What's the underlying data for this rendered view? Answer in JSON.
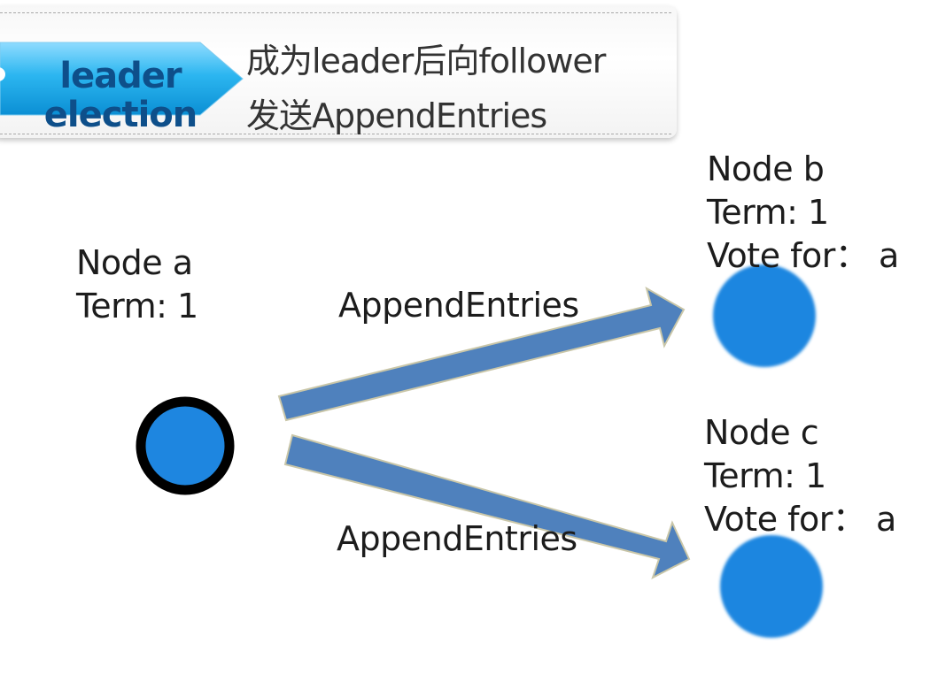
{
  "header": {
    "tag_line1": "leader",
    "tag_line2": "election",
    "description_line1": "成为leader后向follower",
    "description_line2": "发送AppendEntries",
    "tag_color": "#19a8e6",
    "tag_text_color": "#0e4f8a"
  },
  "nodes": [
    {
      "id": "a",
      "name": "Node a",
      "term": "Term: 1",
      "vote": "",
      "role": "leader",
      "fill": "#1e86e0",
      "stroke": "#000000"
    },
    {
      "id": "b",
      "name": "Node b",
      "term": "Term: 1",
      "vote": "Vote for： a",
      "role": "follower",
      "fill": "#1e86e0"
    },
    {
      "id": "c",
      "name": "Node c",
      "term": "Term: 1",
      "vote": "Vote for： a",
      "role": "follower",
      "fill": "#1e86e0"
    }
  ],
  "edges": [
    {
      "from": "a",
      "to": "b",
      "label": "AppendEntries",
      "color": "#4f81bd"
    },
    {
      "from": "a",
      "to": "c",
      "label": "AppendEntries",
      "color": "#4f81bd"
    }
  ]
}
